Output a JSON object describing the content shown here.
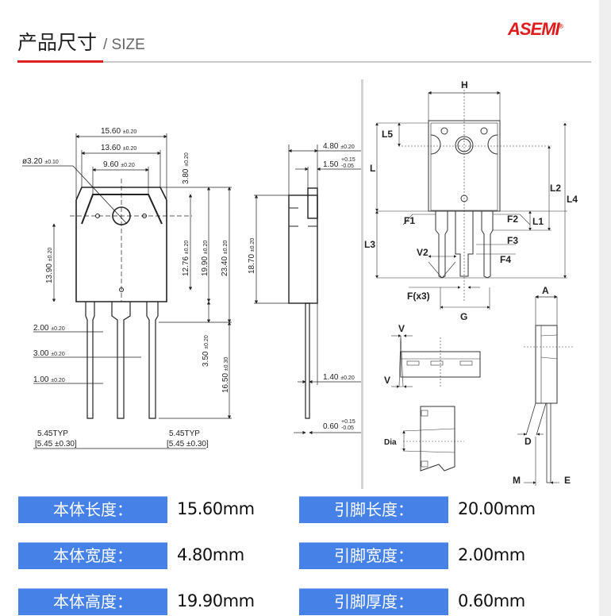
{
  "header": {
    "title": "产品尺寸",
    "subtitle": "/ SIZE",
    "logo": "ASEMI",
    "logo_mark": "®"
  },
  "colors": {
    "accent_red": "#e02020",
    "label_blue": "#4681e8",
    "logo_red": "#e01b1b"
  },
  "front_view": {
    "width_total": "15.60",
    "width_total_tol": "±0.20",
    "width_mid": "13.60",
    "width_mid_tol": "±0.20",
    "width_inner": "9.60",
    "width_inner_tol": "±0.20",
    "hole_dia": "ø3.20",
    "hole_dia_tol": "±0.10",
    "tab_height": "3.80",
    "tab_height_tol": "±0.20",
    "hole_to_bottom": "12.76",
    "hole_to_bottom_tol": "±0.20",
    "body_height": "19.90",
    "body_height_tol": "±0.20",
    "overall_to_shoulder": "23.40",
    "overall_to_shoulder_tol": "±0.20",
    "lower_body": "13.90",
    "lower_body_tol": "±0.20",
    "lead_shoulder": "3.50",
    "lead_shoulder_tol": "±0.20",
    "lead_length": "16.50",
    "lead_length_tol": "±0.30",
    "lead_w_wide": "2.00",
    "lead_w_wide_tol": "±0.20",
    "lead_w_mid": "3.00",
    "lead_w_mid_tol": "±0.20",
    "lead_w_narrow": "1.00",
    "lead_w_narrow_tol": "±0.20",
    "pitch_left": "5.45TYP",
    "pitch_left_tol": "[5.45 ±0.30]",
    "pitch_right": "5.45TYP",
    "pitch_right_tol": "[5.45 ±0.30]"
  },
  "side_view": {
    "thickness": "4.80",
    "thickness_tol": "±0.20",
    "tab_thick": "1.50",
    "tab_thick_tol_plus": "+0.15",
    "tab_thick_tol_minus": "-0.05",
    "body_len": "18.70",
    "body_len_tol": "±0.20",
    "lead_offset": "1.40",
    "lead_offset_tol": "±0.20",
    "lead_thick": "0.60",
    "lead_thick_tol_plus": "+0.15",
    "lead_thick_tol_minus": "-0.05"
  },
  "generic_view": {
    "labels": {
      "H": "H",
      "L5": "L5",
      "L": "L",
      "L2": "L2",
      "L4": "L4",
      "L1": "L1",
      "F1": "F1",
      "F2": "F2",
      "L3": "L3",
      "F3": "F3",
      "F4": "F4",
      "V2": "V2",
      "Fx3": "F(x3)",
      "G": "G",
      "A": "A",
      "V_top": "V",
      "V_bot": "V",
      "Dia": "Dia",
      "D": "D",
      "M": "M",
      "E": "E"
    }
  },
  "specs": [
    {
      "label": "本体长度：",
      "value": "15.60mm"
    },
    {
      "label": "引脚长度：",
      "value": "20.00mm"
    },
    {
      "label": "本体宽度：",
      "value": "4.80mm"
    },
    {
      "label": "引脚宽度：",
      "value": "2.00mm"
    },
    {
      "label": "本体高度：",
      "value": "19.90mm"
    },
    {
      "label": "引脚厚度：",
      "value": "0.60mm"
    }
  ]
}
